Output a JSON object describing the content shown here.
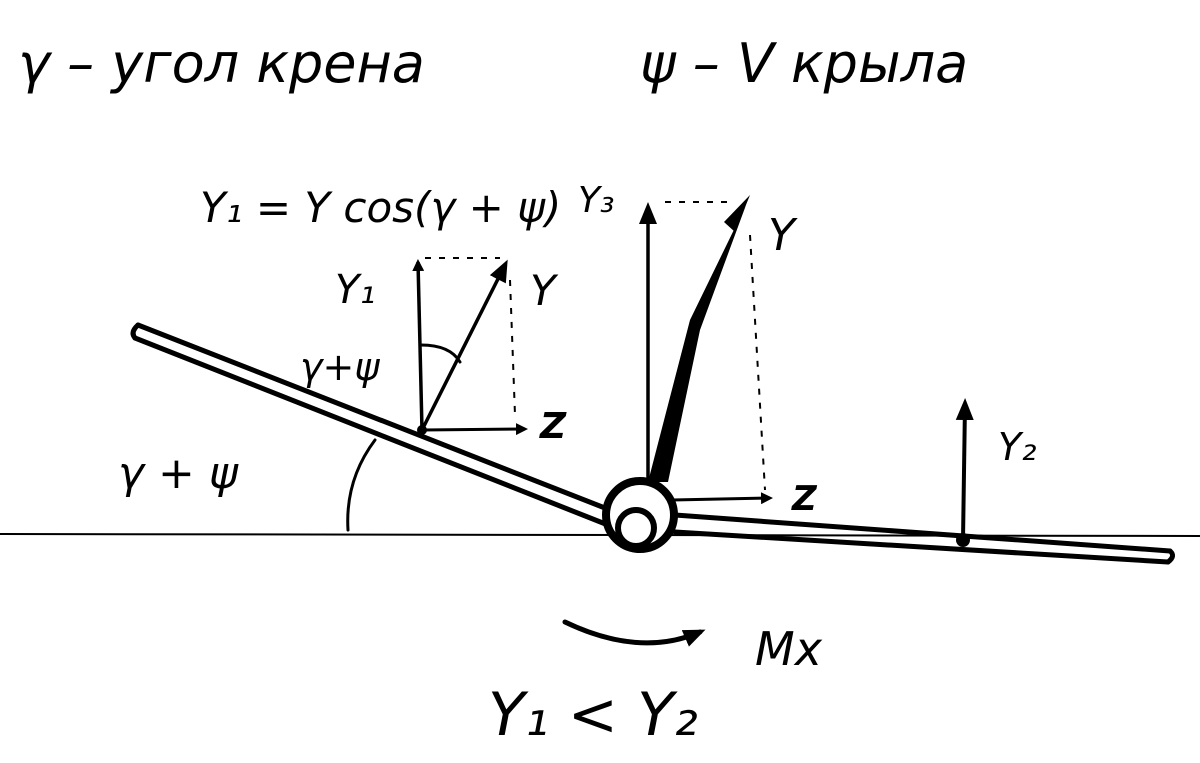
{
  "header": {
    "left_text": "γ – угол крена",
    "right_text": "ψ – V крыла"
  },
  "formula": {
    "text": "Y₁ = Y cos(γ + ψ)"
  },
  "left_vector_group": {
    "y1_label": "Y₁",
    "y_label": "Y",
    "z_label": "Z",
    "angle_label": "γ+ψ"
  },
  "wing_angle_label": "γ + ψ",
  "center_vector_group": {
    "y3_label": "Y₃",
    "y_label": "Y",
    "z_label": "Z"
  },
  "right_vector_group": {
    "y2_label": "Y₂"
  },
  "moment": {
    "label": "Mx"
  },
  "inequality": {
    "text": "Y₁ < Y₂"
  }
}
